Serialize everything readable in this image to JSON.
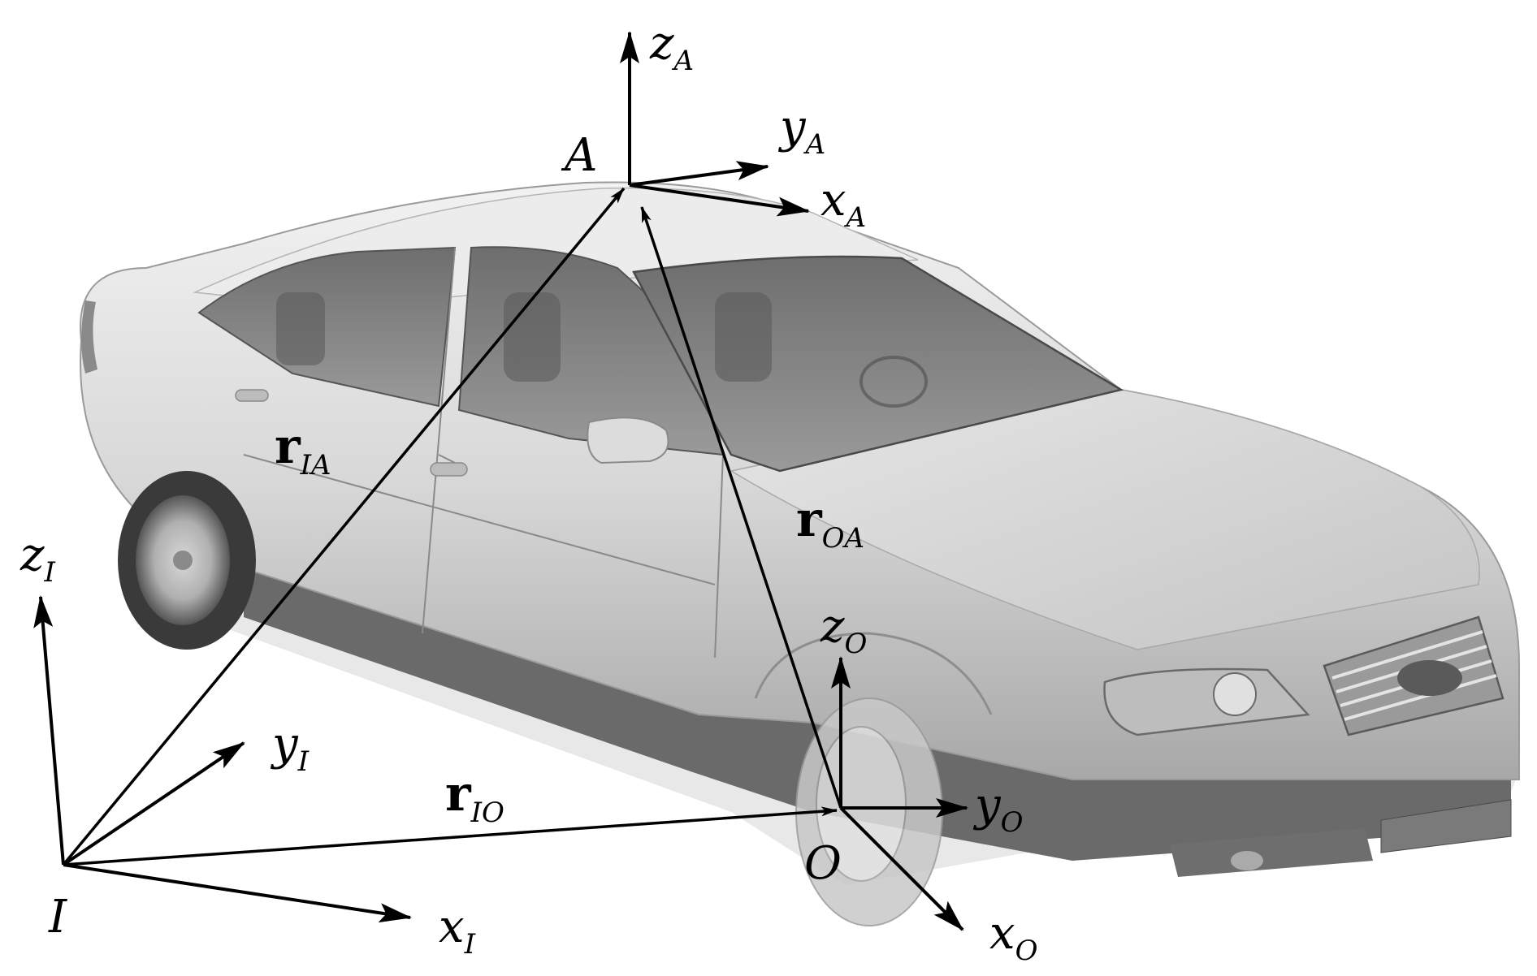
{
  "frames": {
    "inertial": {
      "origin": "I",
      "axes": [
        {
          "base": "x",
          "sub": "I"
        },
        {
          "base": "y",
          "sub": "I"
        },
        {
          "base": "z",
          "sub": "I"
        }
      ]
    },
    "wheel": {
      "origin": "O",
      "axes": [
        {
          "base": "x",
          "sub": "O"
        },
        {
          "base": "y",
          "sub": "O"
        },
        {
          "base": "z",
          "sub": "O"
        }
      ]
    },
    "body": {
      "origin": "A",
      "axes": [
        {
          "base": "x",
          "sub": "A"
        },
        {
          "base": "y",
          "sub": "A"
        },
        {
          "base": "z",
          "sub": "A"
        }
      ]
    }
  },
  "vectors": [
    {
      "base": "r",
      "sub": "IA"
    },
    {
      "base": "r",
      "sub": "IO"
    },
    {
      "base": "r",
      "sub": "OA"
    }
  ],
  "colors": {
    "arrow": "#000000",
    "car_body": "#d6d6d6",
    "car_shadow": "#8a8a8a",
    "glass": "#7a7a7a",
    "tire": "#3a3a3a"
  }
}
